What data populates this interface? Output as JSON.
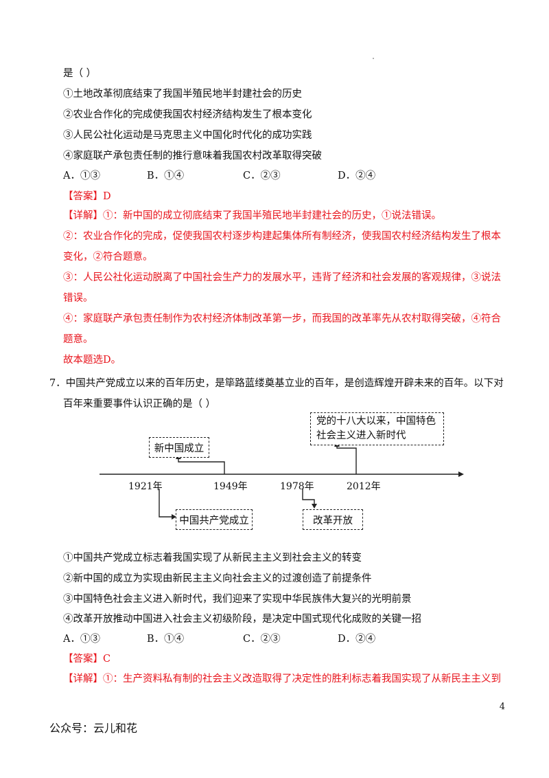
{
  "q6": {
    "stem_tail": "是（          ）",
    "items": [
      "①土地改革彻底结束了我国半殖民地半封建社会的历史",
      "②农业合作化的完成使我国农村经济结构发生了根本变化",
      "③人民公社化运动是马克思主义中国化时代化的成功实践",
      "④家庭联产承包责任制的推行意味着我国农村改革取得突破"
    ],
    "options": [
      "A．①③",
      "B．①④",
      "C．②③",
      "D．②④"
    ],
    "answer_label": "【答案】",
    "answer": "D",
    "detail_label": "【详解】",
    "detail_lines": [
      "①：新中国的成立彻底结束了我国半殖民地半封建社会的历史，①说法错误。",
      "②：农业合作化的完成，促使我国农村逐步构建起集体所有制经济，使我国农村经济结构发生了根本",
      "变化，②符合题意。",
      "③：人民公社化运动脱离了中国社会生产力的发展水平，违背了经济和社会发展的客观规律，③说法",
      "错误。",
      "④：家庭联产承包责任制作为农村经济体制改革第一步，而我国的改革率先从农村取得突破，④符合",
      "题意。",
      "故本题选D。"
    ]
  },
  "q7": {
    "stem_line1": "7．中国共产党成立以来的百年历史，是筚路蓝缕奠基立业的百年，是创造辉煌开辟未来的百年。以下对",
    "stem_line2": "百年来重要事件认识正确的是（          ）",
    "timeline": {
      "years": [
        "1921年",
        "1949年",
        "1978年",
        "2012年"
      ],
      "events": [
        "新中国成立",
        "党的十八大以来，中国特色社会主义进入新时代",
        "中国共产党成立",
        "改革开放"
      ]
    },
    "items": [
      "①中国共产党成立标志着我国实现了从新民主主义到社会主义的转变",
      "②新中国的成立为实现由新民主主义向社会主义的过渡创造了前提条件",
      "③中国特色社会主义进入新时代，我们迎来了实现中华民族伟大复兴的光明前景",
      "④改革开放推动中国进入社会主义初级阶段，是决定中国式现代化成败的关键一招"
    ],
    "options": [
      "A．①③",
      "B．①④",
      "C．②③",
      "D．②④"
    ],
    "answer_label": "【答案】",
    "answer": "C",
    "detail_label": "【详解】",
    "detail_line1": "①：生产资料私有制的社会主义改造取得了决定性的胜利标志着我国实现了从新民主主义到"
  },
  "page_number": "4",
  "footer": "公众号：云儿和花"
}
